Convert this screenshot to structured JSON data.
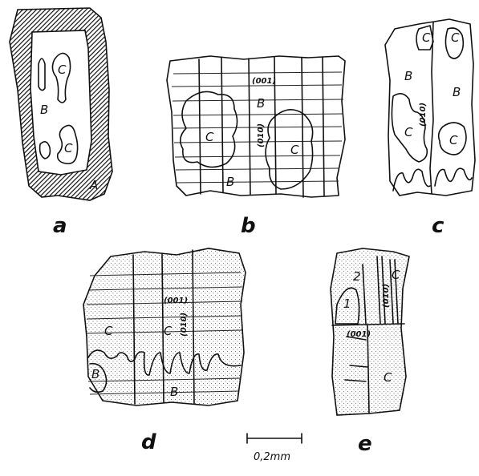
{
  "panels": {
    "a": {
      "label": "a",
      "regions": [
        "C",
        "B",
        "C",
        "A"
      ]
    },
    "b": {
      "label": "b",
      "regions": [
        "C",
        "B",
        "C",
        "B"
      ],
      "planes": [
        "(001)",
        "(010)"
      ]
    },
    "c": {
      "label": "c",
      "regions": [
        "C",
        "B",
        "C",
        "B",
        "C",
        "C"
      ],
      "planes": [
        "(010)"
      ]
    },
    "d": {
      "label": "d",
      "regions": [
        "C",
        "C",
        "B",
        "B"
      ],
      "planes": [
        "(001)",
        "(010)"
      ]
    },
    "e": {
      "label": "e",
      "regions": [
        "1",
        "2",
        "C",
        "C"
      ],
      "planes": [
        "(010)",
        "(001)"
      ]
    }
  },
  "scale_bar": {
    "label": "0,2mm"
  },
  "colors": {
    "ink": "#111111",
    "stipple": "#555555",
    "paper": "#ffffff"
  }
}
